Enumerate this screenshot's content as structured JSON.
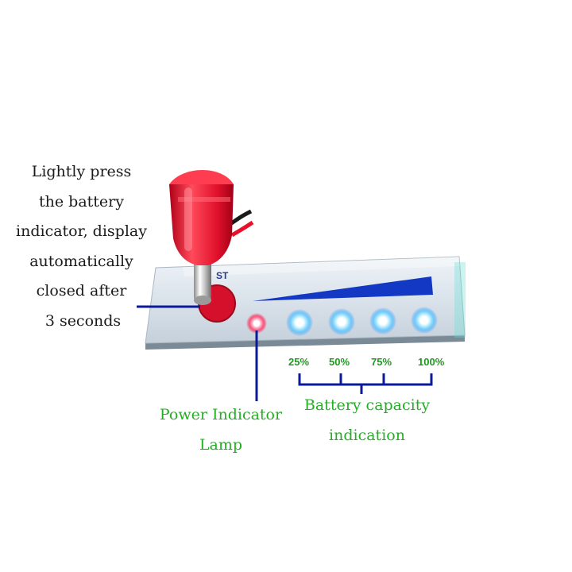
{
  "board": {
    "button_text": "ST"
  },
  "press_note": {
    "lines": [
      "Lightly press",
      "the battery",
      "indicator, display",
      "automatically",
      "closed after",
      "3 seconds"
    ]
  },
  "power_indicator": {
    "lines": [
      "Power Indicator",
      "Lamp"
    ]
  },
  "capacity": {
    "levels": [
      "25%",
      "50%",
      "75%",
      "100%"
    ],
    "lines": [
      "Battery capacity",
      "indication"
    ]
  },
  "colors": {
    "callout_line": "#0a1a9a",
    "label_green": "#22b022",
    "led_blue": "#3fa8ff",
    "led_red": "#ff3b5c",
    "wire_red": "#e8102a",
    "board_face": "#dde6ee",
    "wedge_blue": "#1238c4"
  }
}
